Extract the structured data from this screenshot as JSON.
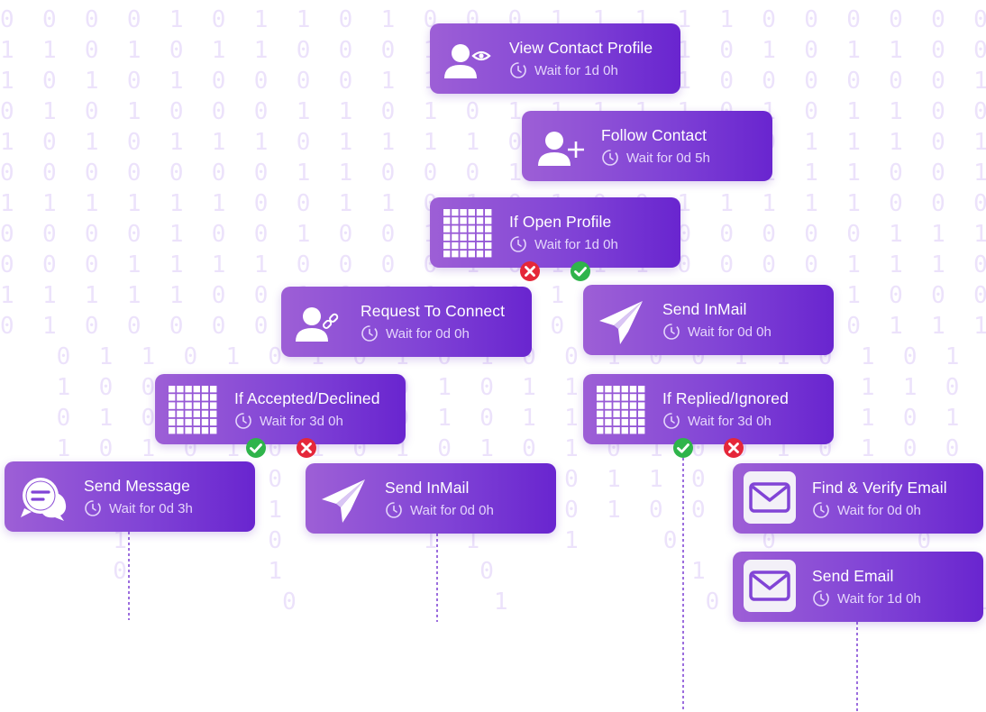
{
  "background_digits": [
    "0 0 0 0 1 0 1 1 0 1 0 0 0 1 1 1 1 1 0 0 0 0 0 0 1 1 1",
    "1 1 0 1 0 1 1 0 0 0 1 1 0 0 1 1 1 0 1 0 1 1 0 0 0 0",
    "1 0 1 0 1 0 0 0 0 1 1 0 1 1 0 0 1 0 0 0 0 0 0 1 1 0",
    "0 1 0 1 0 0 0 1 1 0 1 0 1 1 1 1 1 0 1 0 1 1 0 0 0 1",
    "1 0 1 0 1 1 1 0 1 1 1 1 0 0 1 0 1 1 0 1 1 1 0 1 0 0",
    "0 0 0 0 0 0 0 1 1 0 0 0 1 0 1 0 1 1 1 1 1 0 0 1 0 1 1",
    "1 1 1 1 1 1 0 0 1 1 0 1 0 1 0 0 1 1 1 1 1 0 0 0 0 0",
    "0 0 0 0 1 0 0 1 0 0 1 0 0 1 0 1 0 0 0 0 0 1 1 1 0 1",
    "0 0 0 1 1 1 1 0 0 0 0 1 0 1 1 1 0 0 0 0 1 1 1 0 0 1 0",
    "1 1 1 1 1 0 0 1 0 1 1 1 0 1 0 0 0 0 0 1 1 0 0 0 0 1",
    "0 1 0 0 0 0 0 0 1 1 0 0 0 0 1 0 1 0 1 0 0 1 1 1 0 0",
    "  0 1 1 0 1 0 1 0 1 0 1 0 0 1 0 0 1 1 0 1 0 1 0 0 0",
    "  1 0 0 1 1 0 1 1 0 1 0 1 1 0 0 1 0 1 0 1 1 0 1 0 1",
    "  0 1 0 1 1 0 0 1 0 1 0 1 1 0 1 0 0 1 1 1 0 1 0 0 0",
    "  1 0 1 0 1 0 1 0 1 0 1 0 1 0 1 0 0 1 0 1 0 0 0 1 0",
    "  1 1 1 0 0 0 1 1 0 0 1 1 0 1 1 0 0 0 1 1 0 0 0 0 1",
    "  0 0 1 0 1 1 0 1 0 1 0 0 0 1 0 0 1 1 0 0 1 1 0 0 0",
    "    1     0     1 1   1   0   0     0     1     0",
    "    0     1       0       1         0",
    "          0       1       0         1"
  ],
  "nodes": {
    "view_contact_profile": {
      "title": "View Contact Profile",
      "wait": "Wait for 1d 0h"
    },
    "follow_contact": {
      "title": "Follow Contact",
      "wait": "Wait for 0d 5h"
    },
    "if_open_profile": {
      "title": "If Open Profile",
      "wait": "Wait for 1d 0h"
    },
    "request_to_connect": {
      "title": "Request To Connect",
      "wait": "Wait for 0d 0h"
    },
    "send_inmail_right": {
      "title": "Send InMail",
      "wait": "Wait for 0d 0h"
    },
    "if_accepted_declined": {
      "title": "If Accepted/Declined",
      "wait": "Wait for 3d 0h"
    },
    "if_replied_ignored": {
      "title": "If Replied/Ignored",
      "wait": "Wait for 3d 0h"
    },
    "send_message": {
      "title": "Send Message",
      "wait": "Wait for 0d 3h"
    },
    "send_inmail_left": {
      "title": "Send InMail",
      "wait": "Wait for 0d 0h"
    },
    "find_verify_email": {
      "title": "Find & Verify Email",
      "wait": "Wait for 0d 0h"
    },
    "send_email": {
      "title": "Send Email",
      "wait": "Wait for 1d 0h"
    }
  },
  "colors": {
    "card_gradient_start": "#9d5fd6",
    "card_gradient_end": "#6925cf",
    "success": "#2fb44b",
    "failure": "#e5273a",
    "background_digits": "#ece2fb",
    "connector": "#7b3fd3"
  }
}
